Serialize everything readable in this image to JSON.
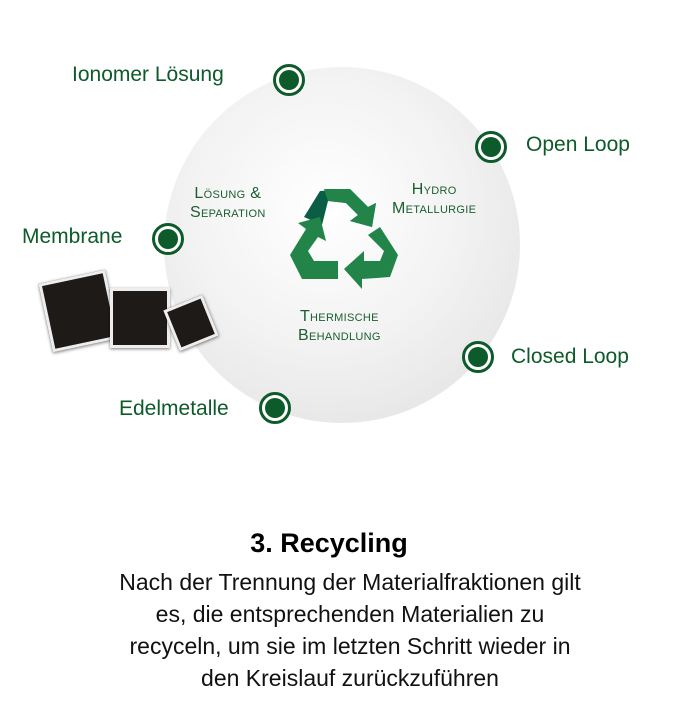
{
  "diagram": {
    "center_icon": "recycle-icon",
    "inner_labels": {
      "loesung_separation": [
        "Lösung &",
        "Separation"
      ],
      "hydro_metallurgie": [
        "Hydro",
        "Metallurgie"
      ],
      "thermische_behandlung": [
        "Thermische",
        "Behandlung"
      ]
    },
    "outer_labels": {
      "ionomer": "Ionomer Lösung",
      "open_loop": "Open Loop",
      "membrane": "Membrane",
      "closed_loop": "Closed Loop",
      "edelmetalle": "Edelmetalle"
    },
    "colors": {
      "dark_green": "#0d5a2a",
      "green": "#23844a"
    }
  },
  "caption": {
    "title": "3. Recycling",
    "lines": [
      "Nach der Trennung der Materialfraktionen gilt",
      "es, die entsprechenden Materialien zu",
      "recyceln, um sie im letzten Schritt wieder in",
      "den Kreislauf zurückzuführen"
    ]
  }
}
